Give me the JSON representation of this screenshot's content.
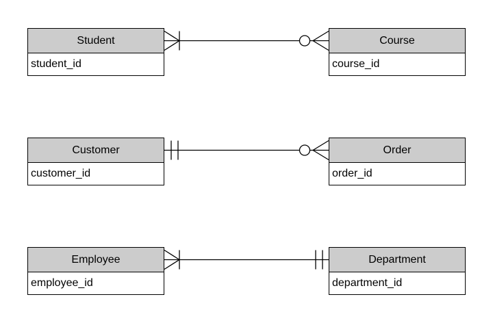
{
  "diagram": {
    "type": "entity-relationship-diagram",
    "notation": "crows-foot",
    "colors": {
      "header_fill": "#cccccc",
      "body_fill": "#ffffff",
      "border": "#000000",
      "background": "#ffffff"
    },
    "entities": [
      {
        "name": "Student",
        "attributes": [
          "student_id"
        ]
      },
      {
        "name": "Course",
        "attributes": [
          "course_id"
        ]
      },
      {
        "name": "Customer",
        "attributes": [
          "customer_id"
        ]
      },
      {
        "name": "Order",
        "attributes": [
          "order_id"
        ]
      },
      {
        "name": "Employee",
        "attributes": [
          "employee_id"
        ]
      },
      {
        "name": "Department",
        "attributes": [
          "department_id"
        ]
      }
    ],
    "relationships": [
      {
        "from": "Student",
        "to": "Course",
        "from_cardinality": "one-or-many",
        "to_cardinality": "zero-or-many"
      },
      {
        "from": "Customer",
        "to": "Order",
        "from_cardinality": "exactly-one",
        "to_cardinality": "zero-or-many"
      },
      {
        "from": "Employee",
        "to": "Department",
        "from_cardinality": "one-or-many",
        "to_cardinality": "exactly-one"
      }
    ]
  }
}
